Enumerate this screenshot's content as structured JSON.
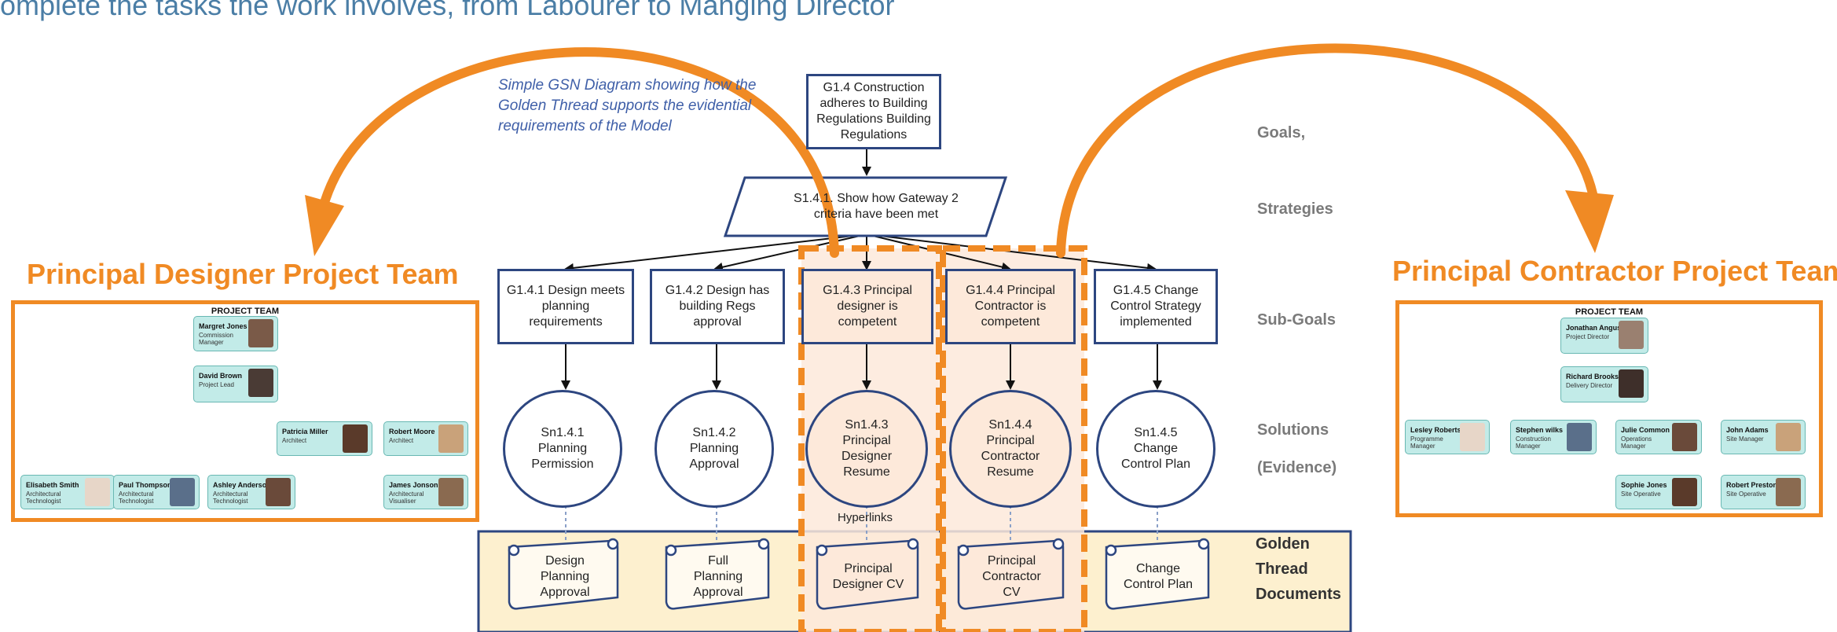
{
  "headline": "omplete the tasks the work involves, from Labourer to Manging Director",
  "caption": "Simple GSN Diagram showing how the Golden Thread supports the evidential requirements of the Model",
  "goal": "G1.4  Construction adheres to Building Regulations Building Regulations",
  "strategy": "S1.4.1. Show how Gateway 2 criteria have been met",
  "subgoals": [
    "G1.4.1  Design meets planning requirements",
    "G1.4.2  Design has building Regs approval",
    "G1.4.3  Principal designer is competent",
    "G1.4.4  Principal Contractor is competent",
    "G1.4.5 Change Control Strategy implemented"
  ],
  "solutions": [
    "Sn1.4.1 Planning Permission",
    "Sn1.4.2 Planning Approval",
    "Sn1.4.3 Principal Designer Resume",
    "Sn1.4.4 Principal Contractor Resume",
    "Sn1.4.5 Change Control Plan"
  ],
  "documents": [
    "Design Planning Approval",
    "Full Planning Approval",
    "Principal Designer CV",
    "Principal Contractor CV",
    "Change Control Plan"
  ],
  "hyperlinks_label": "Hyperlinks",
  "right_labels": {
    "goals": "Goals,",
    "strategies": "Strategies",
    "subgoals": "Sub-Goals",
    "solutions": "Solutions",
    "evidence": "(Evidence)",
    "golden_thread": "Golden Thread Documents"
  },
  "designer_team": {
    "title": "Principal Designer Project Team",
    "panel_title": "PROJECT TEAM",
    "members": [
      {
        "name": "Margret Jones",
        "role": "Commission Manager"
      },
      {
        "name": "David Brown",
        "role": "Project Lead"
      },
      {
        "name": "Patricia Miller",
        "role": "Architect"
      },
      {
        "name": "Robert Moore",
        "role": "Architect"
      },
      {
        "name": "Elisabeth Smith",
        "role": "Architectural Technologist"
      },
      {
        "name": "Paul Thompson",
        "role": "Architectural Technologist"
      },
      {
        "name": "Ashley Anderson",
        "role": "Architectural Technologist"
      },
      {
        "name": "James Jonson",
        "role": "Architectural Visualiser"
      }
    ]
  },
  "contractor_team": {
    "title": "Principal Contractor Project Team",
    "panel_title": "PROJECT TEAM",
    "members": [
      {
        "name": "Jonathan Angus",
        "role": "Project Director"
      },
      {
        "name": "Richard Brooks",
        "role": "Delivery Director"
      },
      {
        "name": "Lesley Roberts",
        "role": "Programme Manager"
      },
      {
        "name": "Stephen wilks",
        "role": "Construction Manager"
      },
      {
        "name": "Julie Common",
        "role": "Operations Manager"
      },
      {
        "name": "John Adams",
        "role": "Site Manager"
      },
      {
        "name": "Sophie Jones",
        "role": "Site Operative"
      },
      {
        "name": "Robert Preston",
        "role": "Site Operative"
      }
    ]
  },
  "colors": {
    "accent_orange": "#f08a24",
    "gsn_blue": "#2d4680",
    "highlight_fill": "#fde9da",
    "golden_thread_fill": "#fdf0cf",
    "card_fill": "#c2ebe8"
  }
}
